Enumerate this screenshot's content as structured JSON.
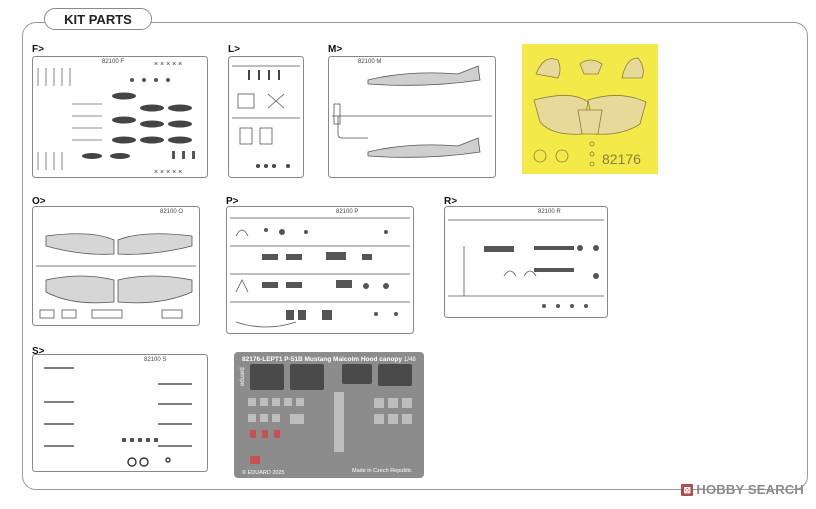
{
  "header": {
    "title": "KIT PARTS"
  },
  "sprues": [
    {
      "label": "F>",
      "code": "82100 F"
    },
    {
      "label": "L>",
      "code": ""
    },
    {
      "label": "M>",
      "code": "82100 M"
    },
    {
      "label": "O>",
      "code": "82100 O"
    },
    {
      "label": "P>",
      "code": "82100 P"
    },
    {
      "label": "R>",
      "code": "82100 R"
    },
    {
      "label": "S>",
      "code": "82100 S"
    }
  ],
  "mask": {
    "code": "82176"
  },
  "photoetch": {
    "title": "82176-LEPT1  P-51B Mustang Malcolm Hood canopy",
    "scale": "1/48",
    "brand": "eduard",
    "copyright": "© EDUARD 2025",
    "origin": "Made in Czech Republic"
  },
  "watermark": {
    "text": "HOBBY SEARCH"
  },
  "colors": {
    "mask_yellow": "#f3ea4a",
    "pe_gray": "#8c8c8c",
    "watermark": "#8a8a8a"
  }
}
